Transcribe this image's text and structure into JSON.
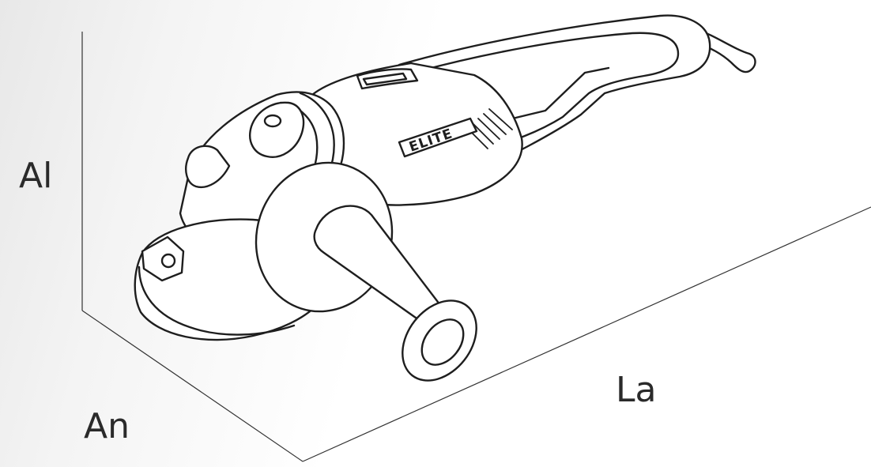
{
  "dimensions": {
    "height_label": "Al",
    "width_label": "An",
    "length_label": "La"
  },
  "product": {
    "brand_logo": "ELITE"
  },
  "colors": {
    "line": "#1e1e1e",
    "axis": "#333333",
    "fill": "#ffffff"
  }
}
